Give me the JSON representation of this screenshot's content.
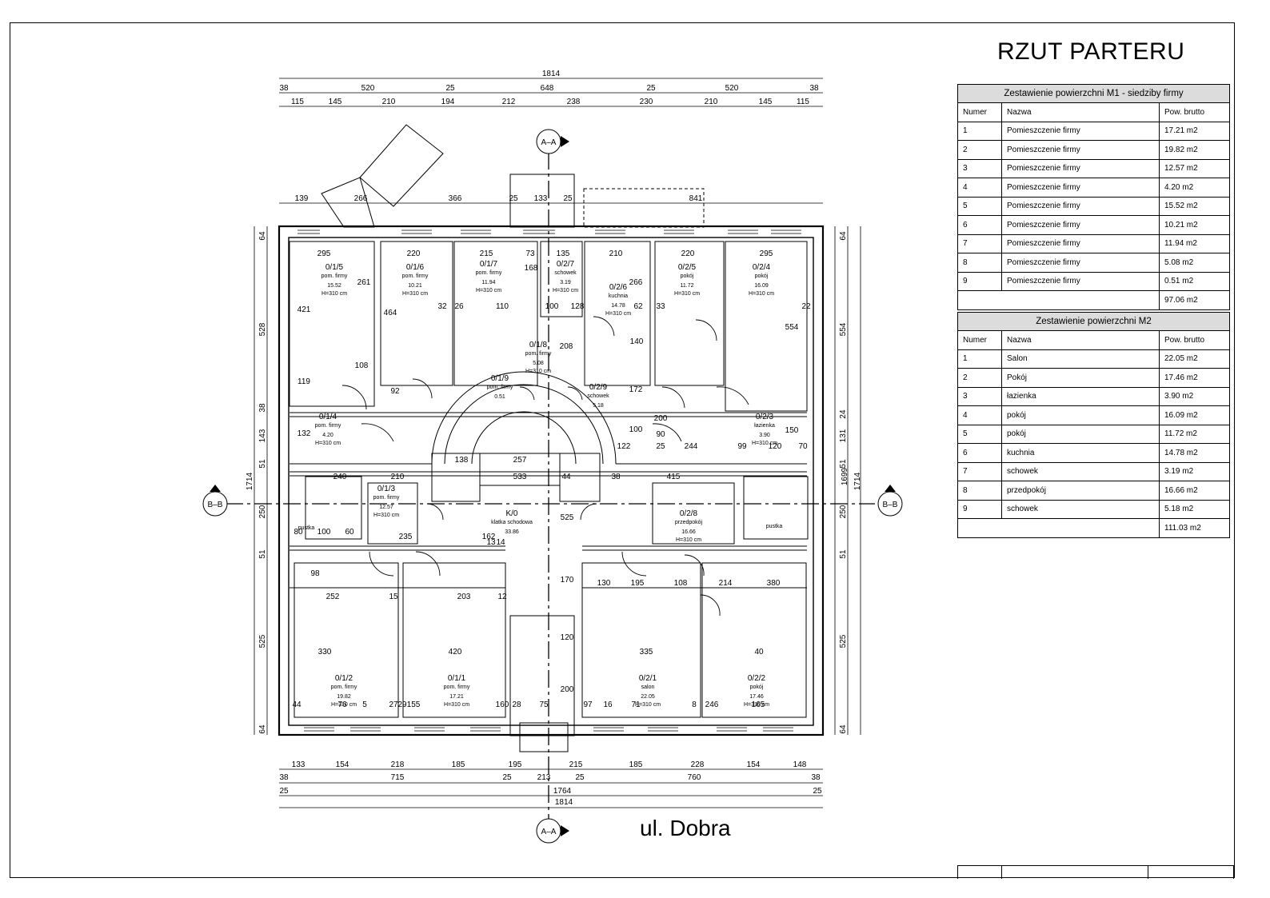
{
  "sheet_title": "RZUT PARTERU",
  "street": "ul. Dobra",
  "section_marks": {
    "vertical": "A–A",
    "horizontal": "B–B"
  },
  "table_m1": {
    "title": "Zestawienie powierzchni  M1 - siedziby firmy",
    "headers": [
      "Numer",
      "Nazwa",
      "Pow. brutto"
    ],
    "rows": [
      [
        "1",
        "Pomieszczenie firmy",
        "17.21 m2"
      ],
      [
        "2",
        "Pomieszczenie firmy",
        "19.82 m2"
      ],
      [
        "3",
        "Pomieszczenie firmy",
        "12.57 m2"
      ],
      [
        "4",
        "Pomieszczenie firmy",
        "4.20 m2"
      ],
      [
        "5",
        "Pomieszczenie firmy",
        "15.52 m2"
      ],
      [
        "6",
        "Pomieszczenie firmy",
        "10.21 m2"
      ],
      [
        "7",
        "Pomieszczenie firmy",
        "11.94 m2"
      ],
      [
        "8",
        "Pomieszczenie firmy",
        "5.08 m2"
      ],
      [
        "9",
        "Pomieszczenie firmy",
        "0.51 m2"
      ]
    ],
    "total": "97.06 m2"
  },
  "table_m2": {
    "title": "Zestawienie powierzchni  M2",
    "headers": [
      "Numer",
      "Nazwa",
      "Pow. brutto"
    ],
    "rows": [
      [
        "1",
        "Salon",
        "22.05 m2"
      ],
      [
        "2",
        "Pokój",
        "17.46 m2"
      ],
      [
        "3",
        "łazienka",
        "3.90 m2"
      ],
      [
        "4",
        "pokój",
        "16.09 m2"
      ],
      [
        "5",
        "pokój",
        "11.72 m2"
      ],
      [
        "6",
        "kuchnia",
        "14.78 m2"
      ],
      [
        "7",
        "schowek",
        "3.19 m2"
      ],
      [
        "8",
        "przedpokój",
        "16.66 m2"
      ],
      [
        "9",
        "schowek",
        "5.18 m2"
      ]
    ],
    "total": "111.03 m2"
  },
  "rooms": [
    {
      "id": "0/1/5",
      "name": "pom. firmy",
      "area": "15.52",
      "height": "H=310 cm"
    },
    {
      "id": "0/1/6",
      "name": "pom. firmy",
      "area": "10.21",
      "height": "H=310 cm"
    },
    {
      "id": "0/1/7",
      "name": "pom. firmy",
      "area": "11.94",
      "height": "H=310 cm"
    },
    {
      "id": "0/2/7",
      "name": "schowek",
      "area": "3.19",
      "height": "H=310 cm"
    },
    {
      "id": "0/2/6",
      "name": "kuchnia",
      "area": "14.78",
      "height": "H=310 cm"
    },
    {
      "id": "0/2/5",
      "name": "pokój",
      "area": "11.72",
      "height": "H=310 cm"
    },
    {
      "id": "0/2/4",
      "name": "pokój",
      "area": "16.09",
      "height": "H=310 cm"
    },
    {
      "id": "0/1/8",
      "name": "pom. firmy",
      "area": "5.08",
      "height": "H=310 cm"
    },
    {
      "id": "0/1/9",
      "name": "pom. firmy",
      "area": "0.51",
      "height": ""
    },
    {
      "id": "0/2/9",
      "name": "schowek",
      "area": "5.18",
      "height": ""
    },
    {
      "id": "0/1/4",
      "name": "pom. firmy",
      "area": "4.20",
      "height": "H=310 cm"
    },
    {
      "id": "0/2/3",
      "name": "łazienka",
      "area": "3.90",
      "height": "H=310 cm"
    },
    {
      "id": "0/1/3",
      "name": "pom. firmy",
      "area": "12.57",
      "height": "H=310 cm"
    },
    {
      "id": "K/0",
      "name": "klatka schodowa",
      "area": "33.86",
      "height": ""
    },
    {
      "id": "0/2/8",
      "name": "przedpokój",
      "area": "16.66",
      "height": "H=310 cm"
    },
    {
      "id": "0/1/2",
      "name": "pom. firmy",
      "area": "19.82",
      "height": "H=310 cm"
    },
    {
      "id": "0/1/1",
      "name": "pom. firmy",
      "area": "17.21",
      "height": "H=310 cm"
    },
    {
      "id": "0/2/1",
      "name": "salon",
      "area": "22.05",
      "height": "H=310 cm"
    },
    {
      "id": "0/2/2",
      "name": "pokój",
      "area": "17.46",
      "height": "H=310 cm"
    },
    {
      "id": "",
      "name": "pustka",
      "area": "",
      "height": ""
    },
    {
      "id": "",
      "name": "pustka",
      "area": "",
      "height": ""
    }
  ],
  "dims": {
    "top_total": "1814",
    "top_row2": [
      "38",
      "520",
      "25",
      "648",
      "25",
      "520",
      "38"
    ],
    "top_row3": [
      "115",
      "145",
      "210",
      "194",
      "212",
      "238",
      "230",
      "210",
      "145",
      "115"
    ],
    "upper": [
      "139",
      "266",
      "366",
      "25",
      "133",
      "25",
      "841"
    ],
    "bottom_row1": [
      "133",
      "154",
      "218",
      "185",
      "195",
      "215",
      "185",
      "228",
      "154",
      "148"
    ],
    "bottom_row2": [
      "38",
      "715",
      "25",
      "213",
      "25",
      "760",
      "38"
    ],
    "bottom_row3": [
      "25",
      "1764",
      "25"
    ],
    "bottom_total": "1814",
    "left_outer": [
      "64",
      "528",
      "38",
      "143",
      "51",
      "250",
      "51",
      "525",
      "64"
    ],
    "left_total": "1714",
    "right_outer": [
      "64",
      "554",
      "24",
      "131",
      "51",
      "250",
      "51",
      "525",
      "64"
    ],
    "right_totals": [
      "1699",
      "1714"
    ],
    "misc": [
      "295",
      "220",
      "215",
      "73",
      "135",
      "210",
      "220",
      "295",
      "421",
      "261",
      "464",
      "168",
      "266",
      "208",
      "172",
      "140",
      "554",
      "110",
      "100",
      "128",
      "62",
      "33",
      "26",
      "32",
      "22",
      "92",
      "108",
      "119",
      "132",
      "100",
      "150",
      "90",
      "200",
      "122",
      "25",
      "244",
      "99",
      "120",
      "70",
      "138",
      "257",
      "533",
      "44",
      "38",
      "415",
      "240",
      "210",
      "80",
      "60",
      "100",
      "235",
      "162",
      "13",
      "14",
      "98",
      "252",
      "15",
      "203",
      "12",
      "130",
      "195",
      "108",
      "214",
      "380",
      "330",
      "420",
      "335",
      "40",
      "44",
      "76",
      "5",
      "27",
      "29",
      "155",
      "28",
      "75",
      "97",
      "16",
      "71",
      "8",
      "246",
      "165",
      "160",
      "170",
      "525",
      "120",
      "200"
    ]
  }
}
